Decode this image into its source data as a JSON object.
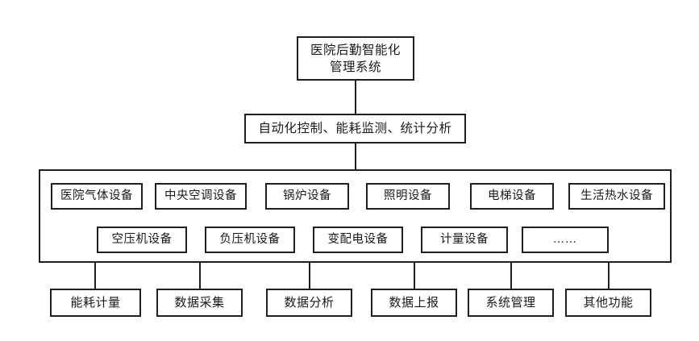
{
  "diagram": {
    "type": "hierarchy-block-diagram",
    "background_color": "#ffffff",
    "line_color": "#1f1f1f",
    "root": {
      "label": "医院后勤智能化\n管理系统"
    },
    "layer2": {
      "label": "自动化控制、能耗监测、统计分析"
    },
    "equipment_group": {
      "row1": [
        {
          "label": "医院气体设备"
        },
        {
          "label": "中央空调设备"
        },
        {
          "label": "锅炉设备"
        },
        {
          "label": "照明设备"
        },
        {
          "label": "电梯设备"
        },
        {
          "label": "生活热水设备"
        }
      ],
      "row2": [
        {
          "label": "空压机设备"
        },
        {
          "label": "负压机设备"
        },
        {
          "label": "变配电设备"
        },
        {
          "label": "计量设备"
        },
        {
          "label": "……"
        }
      ]
    },
    "functions": [
      {
        "label": "能耗计量"
      },
      {
        "label": "数据采集"
      },
      {
        "label": "数据分析"
      },
      {
        "label": "数据上报"
      },
      {
        "label": "系统管理"
      },
      {
        "label": "其他功能"
      }
    ]
  }
}
